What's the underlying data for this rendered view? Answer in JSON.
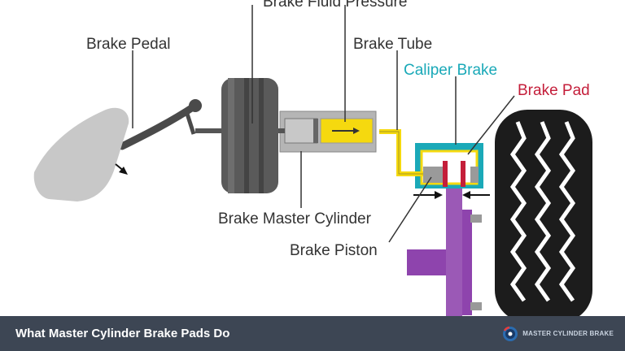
{
  "labels": {
    "brake_fluid_pressure": "Brake Fluid Pressure",
    "brake_pedal": "Brake Pedal",
    "brake_tube": "Brake Tube",
    "caliper_brake": "Caliper Brake",
    "brake_pad": "Brake Pad",
    "brake_master_cylinder": "Brake Master Cylinder",
    "brake_piston": "Brake Piston"
  },
  "footer": {
    "title": "What Master Cylinder Brake Pads Do",
    "brand_name": "MASTER CYLINDER BRAKE"
  },
  "colors": {
    "caliper": "#1aa9b8",
    "pad": "#c41e3a",
    "fluid": "#f5d90f",
    "rotor": "#8e44ad",
    "footer_bg": "#3d4654"
  }
}
